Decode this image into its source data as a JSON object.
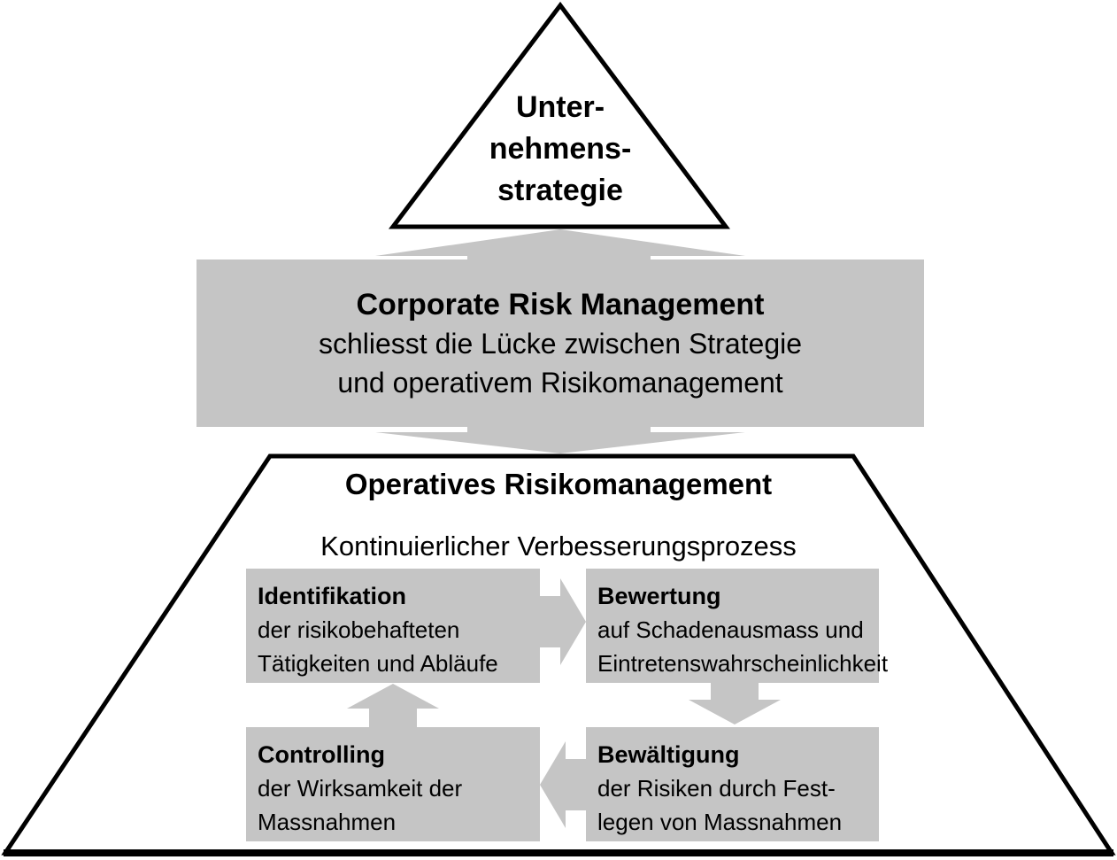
{
  "colors": {
    "fill_gray": "#c5c5c5",
    "border_black": "#000000",
    "background": "#ffffff",
    "text": "#000000"
  },
  "pyramid": {
    "strategy": {
      "lines": [
        "Unter-",
        "nehmens-",
        "strategie"
      ]
    },
    "corporate": {
      "title": "Corporate Risk Management",
      "line2": "schliesst die Lücke zwischen Strategie",
      "line3": "und operativem Risikomanagement"
    },
    "operational": {
      "title": "Operatives Risikomanagement",
      "subtitle": "Kontinuierlicher Verbesserungsprozess",
      "cycle": [
        {
          "id": "identifikation",
          "title": "Identifikation",
          "lines": [
            "der risikobehafteten",
            "Tätigkeiten und Abläufe"
          ]
        },
        {
          "id": "bewertung",
          "title": "Bewertung",
          "lines": [
            "auf Schadenausmass und",
            "Eintretenswahrscheinlichkeit"
          ]
        },
        {
          "id": "bewaeltigung",
          "title": "Bewältigung",
          "lines": [
            "der Risiken durch Fest-",
            "legen von Massnahmen"
          ]
        },
        {
          "id": "controlling",
          "title": "Controlling",
          "lines": [
            "der Wirksamkeit der",
            "Massnahmen"
          ]
        }
      ]
    }
  }
}
